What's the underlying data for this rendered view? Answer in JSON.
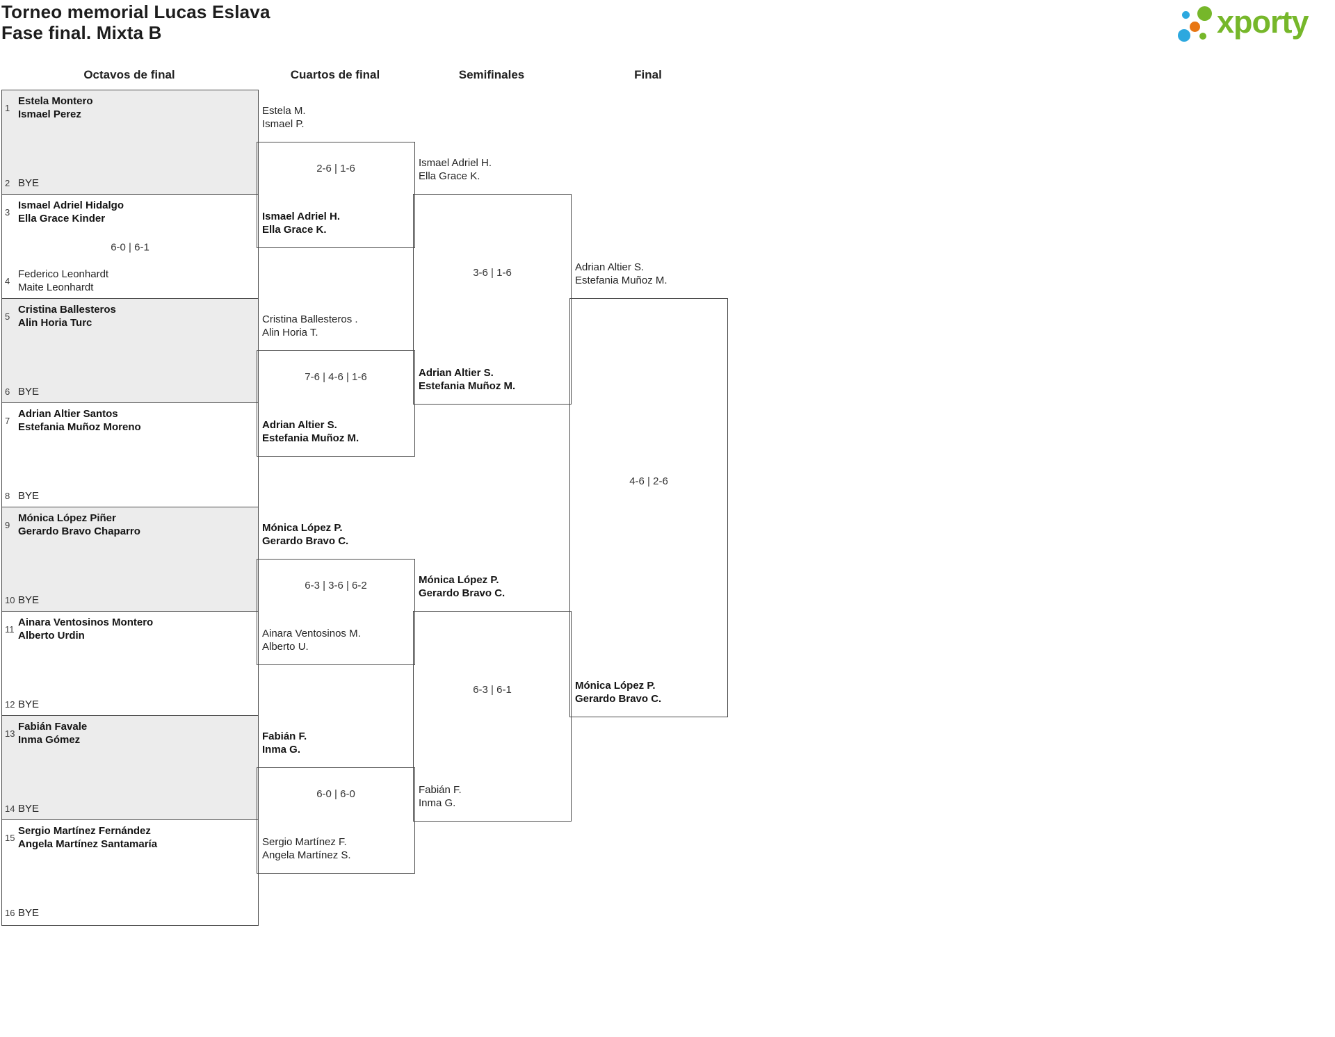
{
  "page": {
    "title": "Torneo memorial Lucas Eslava",
    "subtitle": "Fase final. Mixta B"
  },
  "logo": {
    "text": "xporty",
    "colors": {
      "green": "#76b72a",
      "blue": "#2ca8df",
      "orange": "#e87613"
    }
  },
  "round_headers": [
    "Octavos de final",
    "Cuartos de final",
    "Semifinales",
    "Final"
  ],
  "colors": {
    "border": "#4a4a4a",
    "shaded_row": "#ececec",
    "text": "#232323"
  },
  "bracket": {
    "round_of_16": [
      {
        "seed_top": "1",
        "top": [
          "Estela Montero",
          "Ismael Perez"
        ],
        "top_winner": true,
        "seed_bottom": "2",
        "bottom": [
          "BYE"
        ],
        "bottom_winner": false,
        "score": "",
        "shaded": true
      },
      {
        "seed_top": "3",
        "top": [
          "Ismael Adriel Hidalgo",
          "Ella Grace Kinder"
        ],
        "top_winner": true,
        "seed_bottom": "4",
        "bottom": [
          "Federico Leonhardt",
          "Maite Leonhardt"
        ],
        "bottom_winner": false,
        "score": "6-0 | 6-1",
        "shaded": false
      },
      {
        "seed_top": "5",
        "top": [
          "Cristina Ballesteros",
          "Alin Horia Turc"
        ],
        "top_winner": true,
        "seed_bottom": "6",
        "bottom": [
          "BYE"
        ],
        "bottom_winner": false,
        "score": "",
        "shaded": true
      },
      {
        "seed_top": "7",
        "top": [
          "Adrian Altier Santos",
          "Estefania Muñoz Moreno"
        ],
        "top_winner": true,
        "seed_bottom": "8",
        "bottom": [
          "BYE"
        ],
        "bottom_winner": false,
        "score": "",
        "shaded": false
      },
      {
        "seed_top": "9",
        "top": [
          "Mónica López Piñer",
          "Gerardo Bravo Chaparro"
        ],
        "top_winner": true,
        "seed_bottom": "10",
        "bottom": [
          "BYE"
        ],
        "bottom_winner": false,
        "score": "",
        "shaded": true
      },
      {
        "seed_top": "11",
        "top": [
          "Ainara Ventosinos Montero",
          "Alberto Urdin"
        ],
        "top_winner": true,
        "seed_bottom": "12",
        "bottom": [
          "BYE"
        ],
        "bottom_winner": false,
        "score": "",
        "shaded": false
      },
      {
        "seed_top": "13",
        "top": [
          "Fabián Favale",
          "Inma Gómez"
        ],
        "top_winner": true,
        "seed_bottom": "14",
        "bottom": [
          "BYE"
        ],
        "bottom_winner": false,
        "score": "",
        "shaded": true
      },
      {
        "seed_top": "15",
        "top": [
          "Sergio Martínez Fernández",
          "Angela Martínez Santamaría"
        ],
        "top_winner": true,
        "seed_bottom": "16",
        "bottom": [
          "BYE"
        ],
        "bottom_winner": false,
        "score": "",
        "shaded": false
      }
    ],
    "quarterfinals": [
      {
        "top": [
          "Estela M.",
          "Ismael P."
        ],
        "top_winner": false,
        "bottom": [
          "Ismael Adriel H.",
          "Ella Grace K."
        ],
        "bottom_winner": true,
        "score": "2-6 | 1-6"
      },
      {
        "top": [
          "Cristina Ballesteros .",
          "Alin Horia T."
        ],
        "top_winner": false,
        "bottom": [
          "Adrian Altier S.",
          "Estefania Muñoz M."
        ],
        "bottom_winner": true,
        "score": "7-6 | 4-6 | 1-6"
      },
      {
        "top": [
          "Mónica López P.",
          "Gerardo Bravo C."
        ],
        "top_winner": true,
        "bottom": [
          "Ainara Ventosinos M.",
          "Alberto U."
        ],
        "bottom_winner": false,
        "score": "6-3 | 3-6 | 6-2"
      },
      {
        "top": [
          "Fabián F.",
          "Inma G."
        ],
        "top_winner": true,
        "bottom": [
          "Sergio Martínez F.",
          "Angela Martínez S."
        ],
        "bottom_winner": false,
        "score": "6-0 | 6-0"
      }
    ],
    "semifinals": [
      {
        "top": [
          "Ismael Adriel H.",
          "Ella Grace K."
        ],
        "top_winner": false,
        "bottom": [
          "Adrian Altier S.",
          "Estefania Muñoz M."
        ],
        "bottom_winner": true,
        "score": "3-6 | 1-6"
      },
      {
        "top": [
          "Mónica López P.",
          "Gerardo Bravo C."
        ],
        "top_winner": true,
        "bottom": [
          "Fabián F.",
          "Inma G."
        ],
        "bottom_winner": false,
        "score": "6-3 | 6-1"
      }
    ],
    "final": [
      {
        "top": [
          "Adrian Altier S.",
          "Estefania Muñoz M."
        ],
        "top_winner": false,
        "bottom": [
          "Mónica López P.",
          "Gerardo Bravo C."
        ],
        "bottom_winner": true,
        "score": "4-6 | 2-6"
      }
    ]
  }
}
